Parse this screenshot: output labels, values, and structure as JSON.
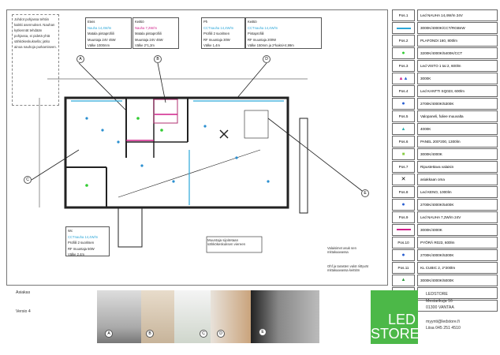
{
  "notes": "Johdot pohjassa tehtiin kaikki asennukset. Nauhan kytkennät tehdään pohjassa, ei pidetä yhtä sähkökeskuksella; jatko ainoa nauhoja purkamiseen.",
  "info_boxes": [
    {
      "title": "Eteis",
      "accent": "Nauha 14,4W/m",
      "lines": [
        "Matala pintaprofiili",
        "Muuntaja 24V 45W",
        "Välke 1000mm"
      ]
    },
    {
      "title": "Keittiö",
      "accent": "Nauha 7,2W/m",
      "lines": [
        "Matala pintaprofiili",
        "Muuntaja 24V 45W",
        "Välke 2*1,2m"
      ]
    },
    {
      "title": "Ph",
      "accent": "CCTnauha 14,4W/m",
      "lines": [
        "Profiili 2 suoritsen",
        "RF muuntaja 30W",
        "Välke 1,4m"
      ]
    },
    {
      "title": "Keittiö",
      "accent": "CCTnauha 14,4W/m",
      "lines": [
        "Pintaprofiili",
        "RF muuntaja 200W",
        "Välke 150mm ja 2*kaksi×4,99m"
      ]
    }
  ],
  "info_box_low": {
    "title": "Wc",
    "accent": "CCTnauha 14,4W/m",
    "lines": [
      "Profiili 2 suoritsen",
      "RF muuntaja 50W",
      "Välke 2,4m"
    ]
  },
  "plan_labels": {
    "A": "A",
    "B": "B",
    "C": "C",
    "D": "D",
    "E": "E"
  },
  "plan_notes": [
    "Muuntaja sijoitetaan sähkökeskuksen viereen",
    "Valaisimet asuk sen mittakaavassa",
    "Ohf ja tarasten valot riittyvät mittakaavassa keittiön"
  ],
  "legend": [
    {
      "pos": "Pos.1",
      "text": "Led NAUHA 14,4W/m 24V"
    },
    {
      "icon": "line-cyan",
      "text": "3000K/4000K/CCT/RGBnW"
    },
    {
      "pos": "Pos.2",
      "text": "PLAFONDI 160, 800lm"
    },
    {
      "icon": "dot-green",
      "text": "3200K/4000K/5400K/CCT"
    },
    {
      "pos": "Pos.3",
      "text": "Led VISTO 1 tai 2, 600lm"
    },
    {
      "icon": "triangles-magenta-blue",
      "text": "3000K"
    },
    {
      "pos": "Pos.4",
      "text": "Led KANTTI SQ023, 600lm"
    },
    {
      "icon": "dot-blue",
      "text": "2700K/4000K/5300K"
    },
    {
      "pos": "Pos.5",
      "text": "Valopaneli, fuliee muuvalta"
    },
    {
      "icon": "triangle-teal",
      "text": "4000K"
    },
    {
      "pos": "Pos.6",
      "text": "PANEL 200*200, 1300lm"
    },
    {
      "icon": "square-green",
      "text": "3000K/4000K"
    },
    {
      "pos": "Pos.7",
      "text": "Ripustettava valaisin"
    },
    {
      "icon": "x-mark",
      "text": "asiakkaan oma"
    },
    {
      "pos": "Pos.8",
      "text": "Led KENO, 1000lm"
    },
    {
      "icon": "dot-blue",
      "text": "2700K/4000K/5400K"
    },
    {
      "pos": "Pos.9",
      "text": "Led NAUHA 7,2W/m 24V"
    },
    {
      "icon": "line-magenta",
      "text": "3000K/4000K"
    },
    {
      "pos": "Pos.10",
      "text": "PYÖRÄ R023, 600lm"
    },
    {
      "icon": "dot-blue",
      "text": "2700K/4000K/5300K"
    },
    {
      "pos": "Pos.11",
      "text": "KL CUBIC 2, 2*200lm"
    },
    {
      "icon": "triangle-green",
      "text": "3000K/4000K/5000K"
    },
    {
      "text": ""
    },
    {
      "text": ""
    }
  ],
  "footer": {
    "customer": "Asiakas",
    "version": "Versio 4",
    "photos": [
      "A",
      "B",
      "C",
      "D",
      "E"
    ],
    "logo": [
      "LED",
      "STORE"
    ],
    "company": "LEDSTORE",
    "street": "Mestarikuja 16",
    "city": "01300 VANTAA",
    "email": "myynti@ledstore.fi",
    "contact": "Liisa 045 251 4510"
  },
  "colors": {
    "brand": "#4cb848",
    "cyan": "#2aa6d8",
    "magenta": "#d0208a"
  }
}
